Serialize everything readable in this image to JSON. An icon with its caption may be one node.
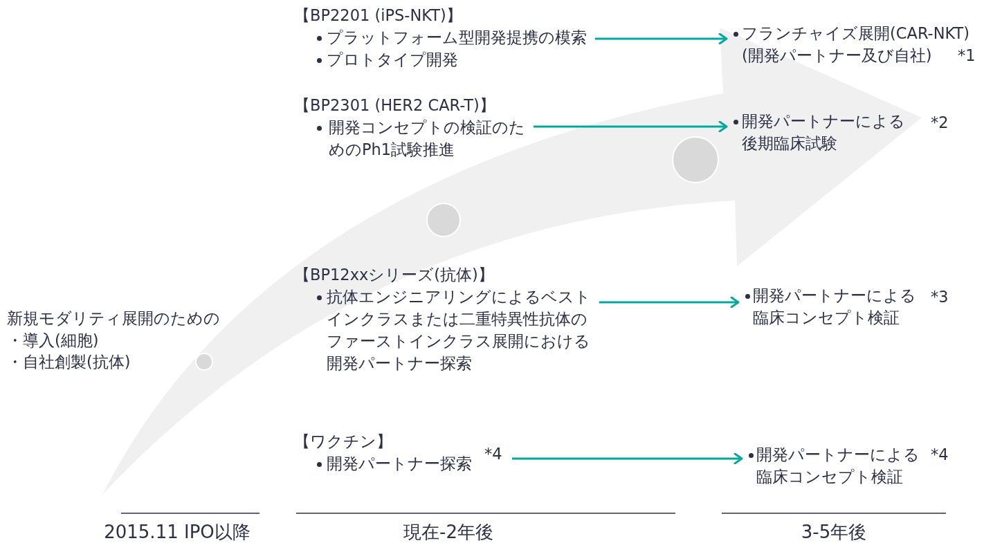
{
  "diagram": {
    "nodes": [
      {
        "text": [
          "【BP2201 (iPS-NKT)】",
          "プラットフォーム型開発提携の模索",
          "プロトタイプ開発"
        ]
      },
      {
        "text": [
          "フランチャイズ展開(CAR-NKT)(開発パートナー及び自社)"
        ]
      },
      {
        "text": [
          "【BP2301 (HER2 CAR-T)】",
          "開発コンセプトの検証のためのPh1試験推進"
        ]
      },
      {
        "text": [
          "開発パートナーによる後期臨床試験"
        ]
      },
      {
        "text": [
          "【BP12xxシリーズ(抗体)】",
          "抗体エンジニアリングによるベストインクラスまたは二重特異性抗体のファーストインクラス展開における開発パートナー探索"
        ]
      },
      {
        "text": [
          "開発パートナーによる臨床コンセプト検証"
        ]
      },
      {
        "text": [
          "【ワクチン】",
          "開発パートナー探索"
        ]
      },
      {
        "text": [
          "開発パートナーによる臨床コンセプト検証"
        ]
      },
      {
        "text": [],
        "shape": "circle"
      },
      {
        "text": [],
        "shape": "circle"
      },
      {
        "text": [],
        "shape": "circle"
      }
    ],
    "edges": [
      {
        "from": 0,
        "to": 1,
        "arrow": "to"
      },
      {
        "from": 2,
        "to": 3,
        "arrow": "to"
      },
      {
        "from": 4,
        "to": 5,
        "arrow": "to"
      },
      {
        "from": 6,
        "to": 7,
        "arrow": "to"
      }
    ],
    "labels": [
      "*1",
      "*2",
      "新規モダリティ展開のための",
      "・導入(細胞)",
      "・自社創製(抗体)",
      "*3",
      "*4",
      "*4",
      "2015.11 IPO以降",
      "現在-2年後",
      "3-5年後"
    ]
  }
}
